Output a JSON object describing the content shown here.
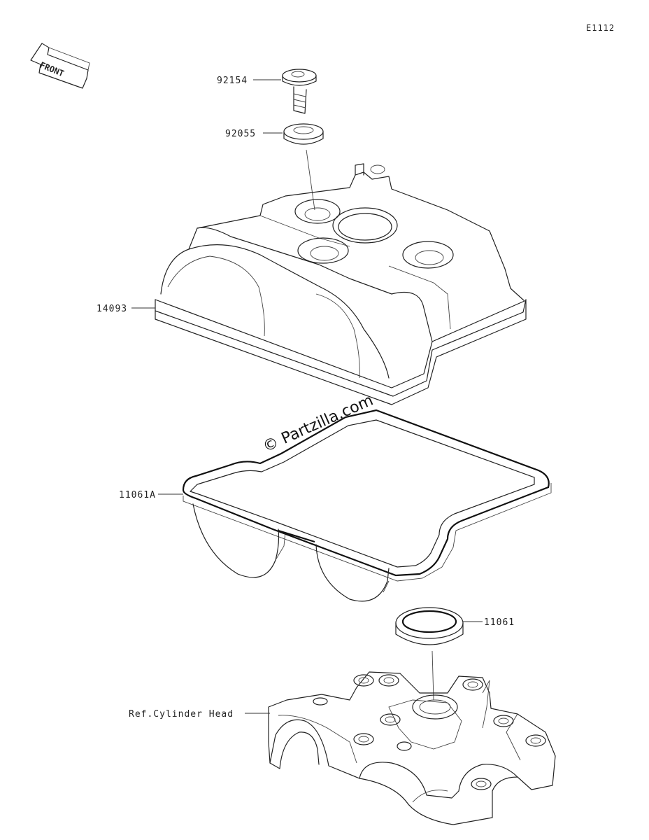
{
  "diagram_code": "E1112",
  "direction_label": "FRONT",
  "watermark": "© Partzilla.com",
  "parts": [
    {
      "number": "92154"
    },
    {
      "number": "92055"
    },
    {
      "number": "14093"
    },
    {
      "number": "11061A"
    },
    {
      "number": "11061"
    },
    {
      "number": "Ref.Cylinder Head"
    }
  ]
}
